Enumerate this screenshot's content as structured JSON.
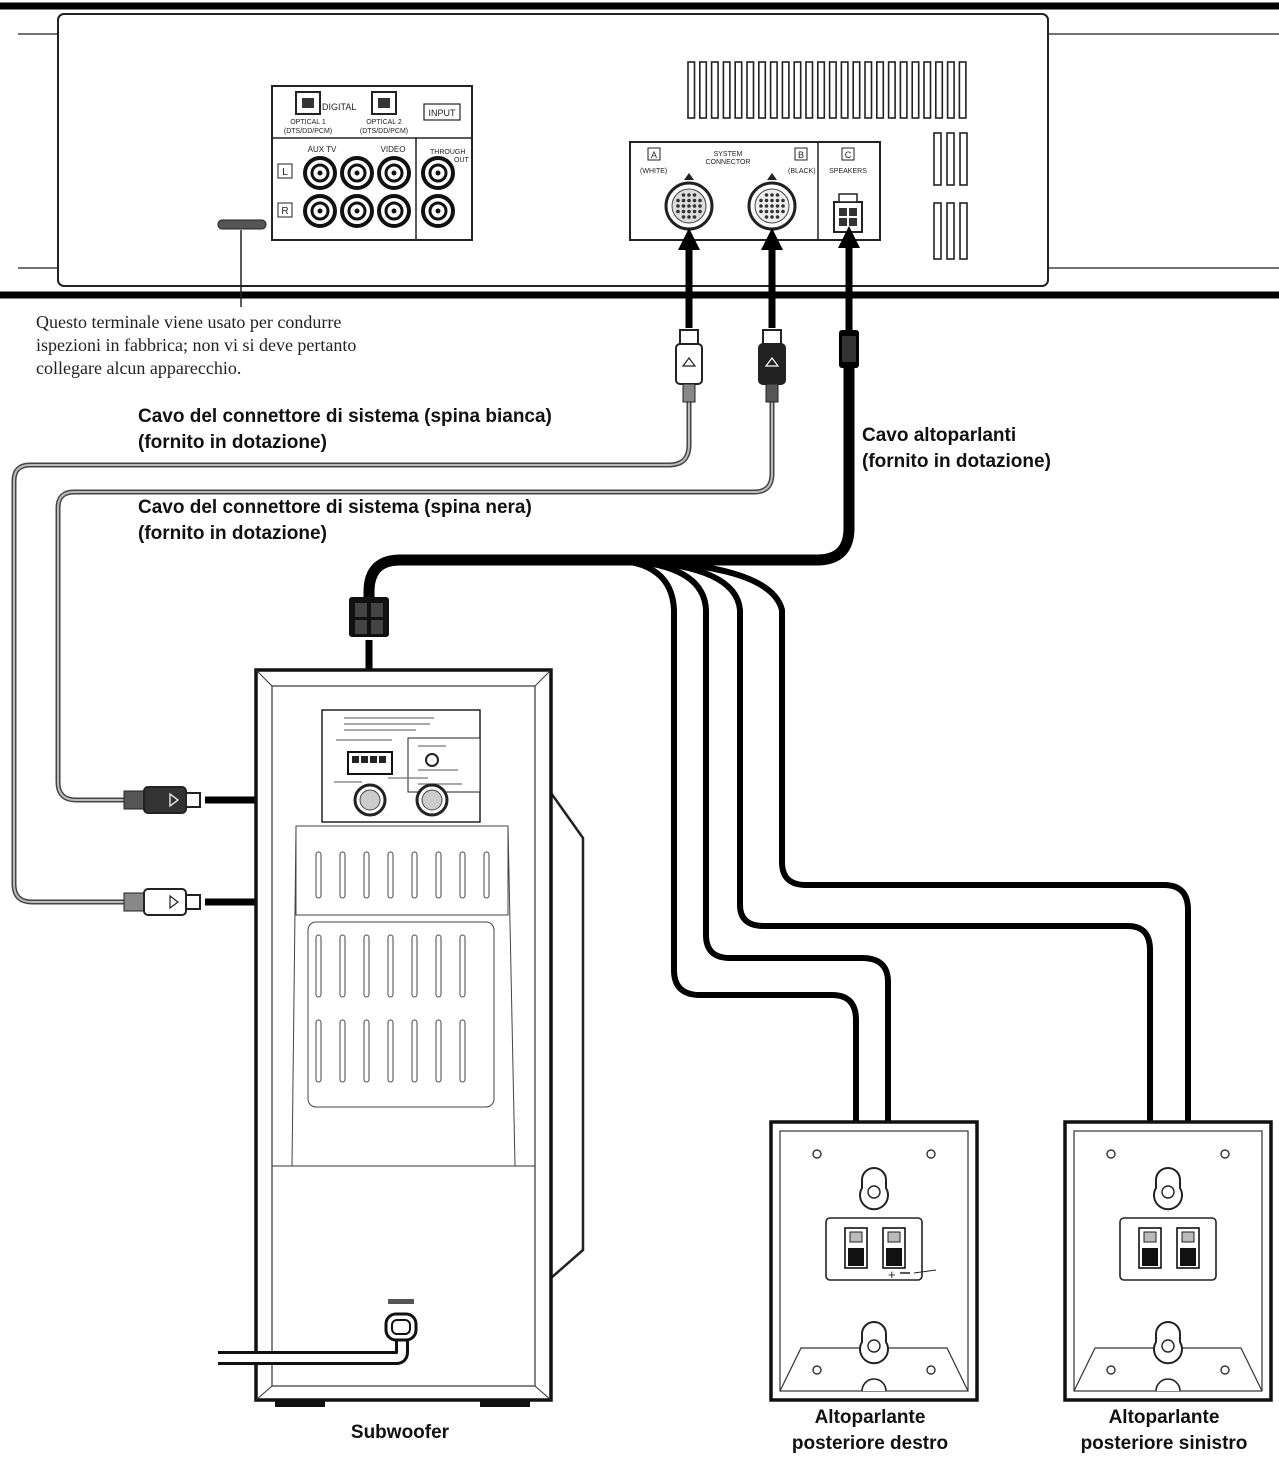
{
  "footnote": {
    "line1": "Questo terminale viene usato per condurre",
    "line2": "ispezioni in fabbrica; non vi si deve pertanto",
    "line3": "collegare alcun apparecchio."
  },
  "cables": {
    "white": {
      "line1": "Cavo del connettore di sistema (spina bianca)",
      "line2": "(fornito in dotazione)"
    },
    "black": {
      "line1": "Cavo del connettore di sistema (spina nera)",
      "line2": "(fornito in dotazione)"
    },
    "speaker": {
      "line1": "Cavo altoparlanti",
      "line2": "(fornito in dotazione)"
    }
  },
  "labels": {
    "subwoofer": "Subwoofer",
    "rear_right": {
      "line1": "Altoparlante",
      "line2": "posteriore destro"
    },
    "rear_left": {
      "line1": "Altoparlante",
      "line2": "posteriore sinistro"
    }
  },
  "panel": {
    "digital": "DIGITAL",
    "input": "INPUT",
    "optical1": {
      "line1": "OPTICAL 1",
      "line2": "(DTS/DD/PCM)"
    },
    "optical2": {
      "line1": "OPTICAL 2",
      "line2": "(DTS/DD/PCM)"
    },
    "aux_tv": "AUX TV",
    "video": "VIDEO",
    "through": "THROUGH",
    "out": "OUT",
    "ch_l": "L",
    "ch_r": "R",
    "conn_a": "A",
    "conn_b": "B",
    "conn_c": "C",
    "white_tag": "(WHITE)",
    "black_tag": "(BLACK)",
    "system_connector": {
      "line1": "SYSTEM",
      "line2": "CONNECTOR"
    },
    "speakers": "SPEAKERS"
  }
}
